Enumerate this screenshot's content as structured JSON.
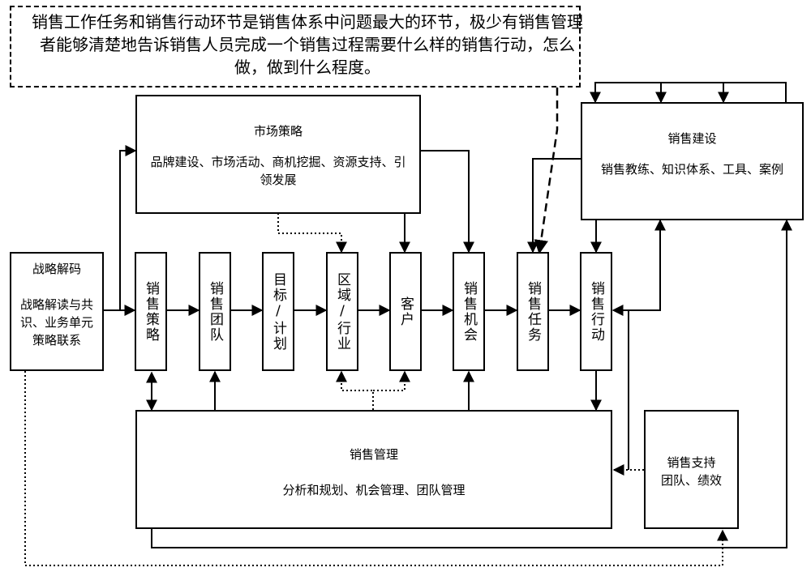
{
  "callout": {
    "text": "销售工作任务和销售行动环节是销售体系中问题最大的环节，极少有销售管理者能够清楚地告诉销售人员完成一个销售过程需要什么样的销售行动，怎么做，做到什么程度。"
  },
  "boxes": {
    "strategy_decode": {
      "title": "战略解码",
      "desc": "战略解读与共识、业务单元策略联系"
    },
    "market_strategy": {
      "title": "市场策略",
      "desc": "品牌建设、市场活动、商机挖掘、资源支持、引领发展"
    },
    "sales_building": {
      "title": "销售建设",
      "desc": "销售教练、知识体系、工具、案例"
    },
    "sales_management": {
      "title": "销售管理",
      "desc": "分析和规划、机会管理、团队管理"
    },
    "sales_support": {
      "title": "销售支持",
      "desc": "团队、绩效"
    }
  },
  "columns": [
    {
      "key": "sales_strategy",
      "label": "销售策略"
    },
    {
      "key": "sales_team",
      "label": "销售团队"
    },
    {
      "key": "target_plan",
      "label": "目标/计划"
    },
    {
      "key": "region_industry",
      "label": "区域/行业"
    },
    {
      "key": "customer",
      "label": "客户"
    },
    {
      "key": "sales_opportunity",
      "label": "销售机会"
    },
    {
      "key": "sales_task",
      "label": "销售任务"
    },
    {
      "key": "sales_action",
      "label": "销售行动"
    }
  ],
  "colors": {
    "line": "#000000",
    "background": "#ffffff"
  }
}
